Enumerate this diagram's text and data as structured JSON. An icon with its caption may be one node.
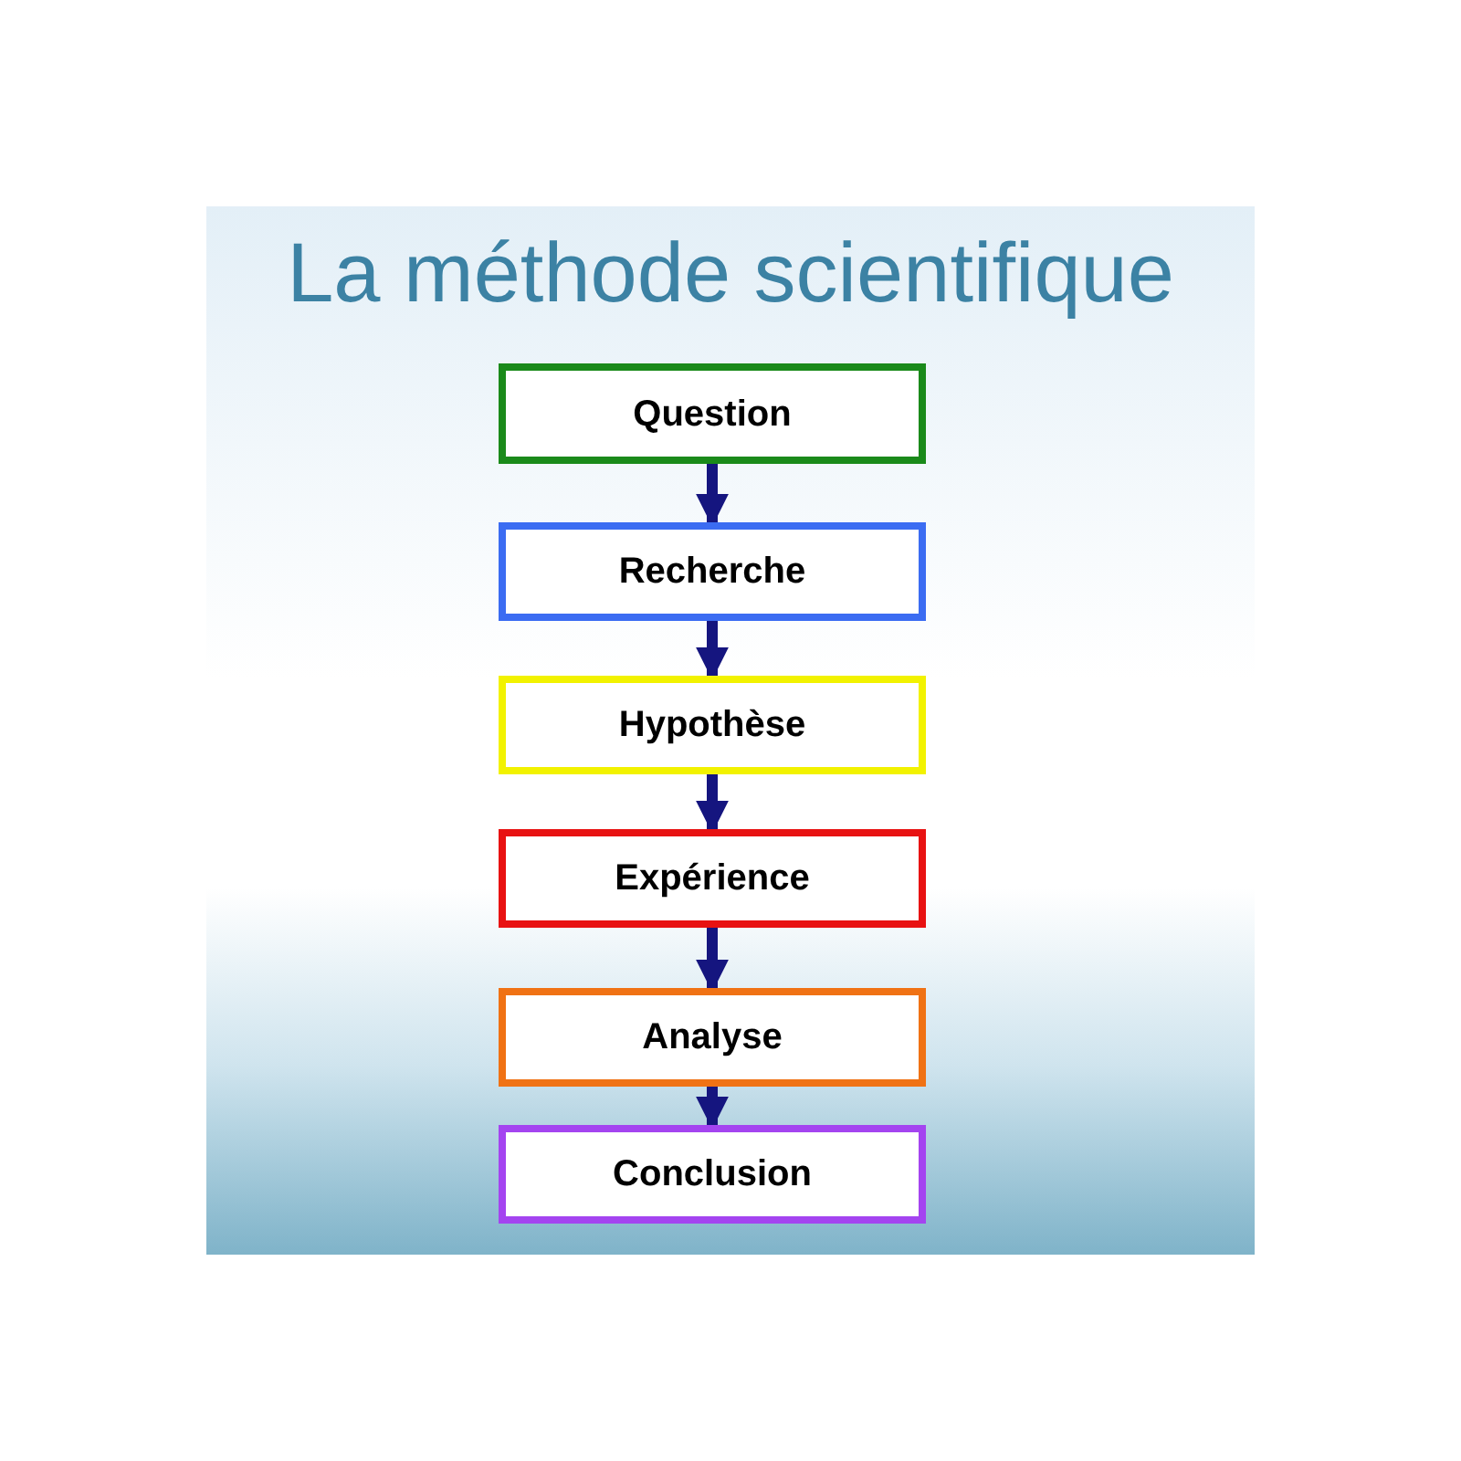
{
  "diagram": {
    "title": "La méthode scientifique",
    "nodes": [
      {
        "text": [
          "Question"
        ]
      },
      {
        "text": [
          "Recherche"
        ]
      },
      {
        "text": [
          "Hypothèse"
        ]
      },
      {
        "text": [
          "Expérience"
        ]
      },
      {
        "text": [
          "Analyse"
        ]
      },
      {
        "text": [
          "Conclusion"
        ]
      }
    ],
    "edges": [
      {
        "from": 0,
        "to": 1,
        "arrow": "to"
      },
      {
        "from": 1,
        "to": 2,
        "arrow": "to"
      },
      {
        "from": 2,
        "to": 3,
        "arrow": "to"
      },
      {
        "from": 3,
        "to": 4,
        "arrow": "to"
      },
      {
        "from": 4,
        "to": 5,
        "arrow": "to"
      }
    ]
  }
}
